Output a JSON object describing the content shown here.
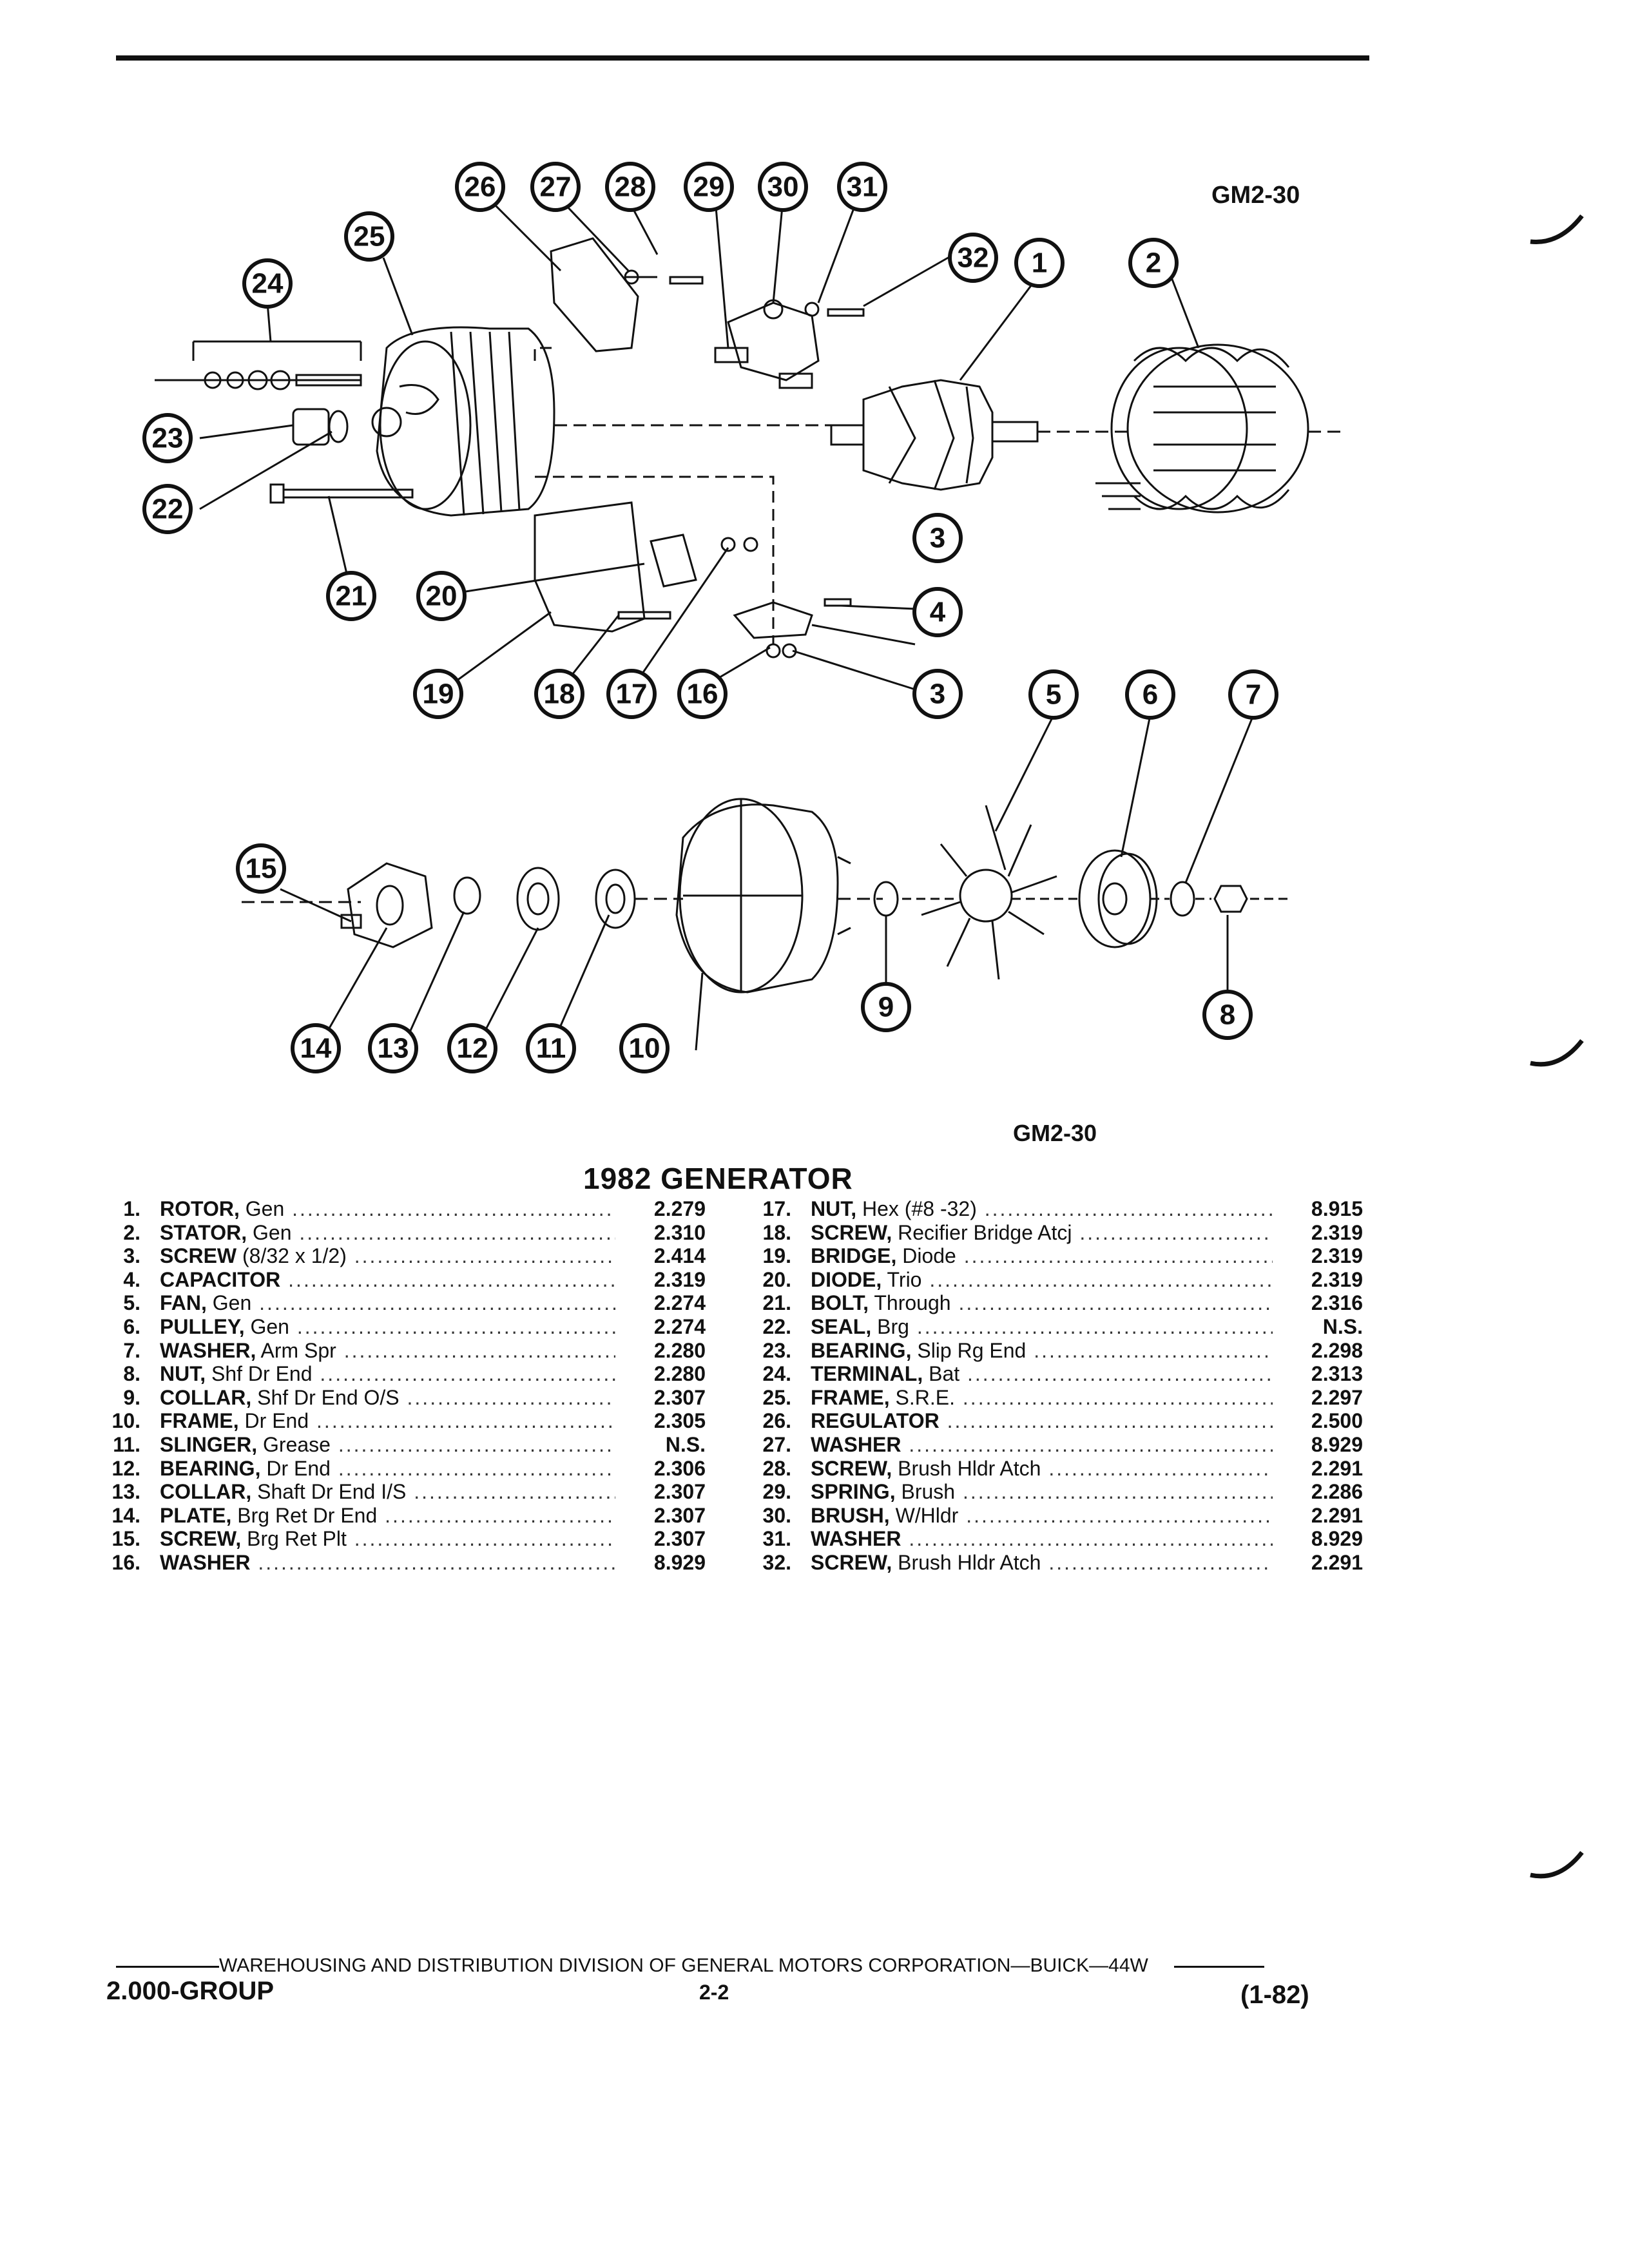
{
  "diagram": {
    "code_top": "GM2-30",
    "code_bottom": "GM2-30",
    "callouts": [
      "1",
      "2",
      "3",
      "3",
      "4",
      "5",
      "6",
      "7",
      "8",
      "9",
      "10",
      "11",
      "12",
      "13",
      "14",
      "15",
      "16",
      "17",
      "18",
      "19",
      "20",
      "21",
      "22",
      "23",
      "24",
      "25",
      "26",
      "27",
      "28",
      "29",
      "30",
      "31",
      "32"
    ]
  },
  "title": "1982 GENERATOR",
  "parts_left": [
    {
      "num": "1.",
      "name": "ROTOR,",
      "desc": " Gen",
      "ref": "2.279"
    },
    {
      "num": "2.",
      "name": "STATOR,",
      "desc": " Gen",
      "ref": "2.310"
    },
    {
      "num": "3.",
      "name": "SCREW",
      "desc": " (8/32 x 1/2)",
      "ref": "2.414"
    },
    {
      "num": "4.",
      "name": "CAPACITOR",
      "desc": "",
      "ref": "2.319"
    },
    {
      "num": "5.",
      "name": "FAN,",
      "desc": " Gen",
      "ref": "2.274"
    },
    {
      "num": "6.",
      "name": "PULLEY,",
      "desc": " Gen",
      "ref": "2.274"
    },
    {
      "num": "7.",
      "name": "WASHER,",
      "desc": " Arm Spr",
      "ref": "2.280"
    },
    {
      "num": "8.",
      "name": "NUT,",
      "desc": " Shf Dr End",
      "ref": "2.280"
    },
    {
      "num": "9.",
      "name": "COLLAR,",
      "desc": " Shf Dr End O/S",
      "ref": "2.307"
    },
    {
      "num": "10.",
      "name": "FRAME,",
      "desc": " Dr End",
      "ref": "2.305"
    },
    {
      "num": "11.",
      "name": "SLINGER,",
      "desc": " Grease",
      "ref": "N.S."
    },
    {
      "num": "12.",
      "name": "BEARING,",
      "desc": " Dr End",
      "ref": "2.306"
    },
    {
      "num": "13.",
      "name": "COLLAR,",
      "desc": " Shaft Dr End I/S",
      "ref": "2.307"
    },
    {
      "num": "14.",
      "name": "PLATE,",
      "desc": " Brg Ret Dr End",
      "ref": "2.307"
    },
    {
      "num": "15.",
      "name": "SCREW,",
      "desc": " Brg Ret Plt",
      "ref": "2.307"
    },
    {
      "num": "16.",
      "name": "WASHER",
      "desc": "",
      "ref": "8.929"
    }
  ],
  "parts_right": [
    {
      "num": "17.",
      "name": "NUT,",
      "desc": " Hex (#8 -32)",
      "ref": "8.915"
    },
    {
      "num": "18.",
      "name": "SCREW,",
      "desc": " Recifier Bridge Atcj",
      "ref": "2.319"
    },
    {
      "num": "19.",
      "name": "BRIDGE,",
      "desc": " Diode",
      "ref": "2.319"
    },
    {
      "num": "20.",
      "name": "DIODE,",
      "desc": " Trio",
      "ref": "2.319"
    },
    {
      "num": "21.",
      "name": "BOLT,",
      "desc": " Through",
      "ref": "2.316"
    },
    {
      "num": "22.",
      "name": "SEAL,",
      "desc": " Brg",
      "ref": "N.S."
    },
    {
      "num": "23.",
      "name": "BEARING,",
      "desc": " Slip Rg End",
      "ref": "2.298"
    },
    {
      "num": "24.",
      "name": "TERMINAL,",
      "desc": " Bat",
      "ref": "2.313"
    },
    {
      "num": "25.",
      "name": "FRAME,",
      "desc": " S.R.E.",
      "ref": "2.297"
    },
    {
      "num": "26.",
      "name": "REGULATOR",
      "desc": "",
      "ref": "2.500"
    },
    {
      "num": "27.",
      "name": "WASHER",
      "desc": "",
      "ref": "8.929"
    },
    {
      "num": "28.",
      "name": "SCREW,",
      "desc": " Brush Hldr Atch",
      "ref": "2.291"
    },
    {
      "num": "29.",
      "name": "SPRING,",
      "desc": " Brush",
      "ref": "2.286"
    },
    {
      "num": "30.",
      "name": "BRUSH,",
      "desc": " W/Hldr",
      "ref": "2.291"
    },
    {
      "num": "31.",
      "name": "WASHER",
      "desc": "",
      "ref": "8.929"
    },
    {
      "num": "32.",
      "name": "SCREW,",
      "desc": " Brush Hldr Atch",
      "ref": "2.291"
    }
  ],
  "footer": {
    "division": "WAREHOUSING AND DISTRIBUTION  DIVISION OF GENERAL MOTORS CORPORATION—BUICK—44W",
    "group": "2.000-GROUP",
    "page": "2-2",
    "date": "(1-82)"
  }
}
